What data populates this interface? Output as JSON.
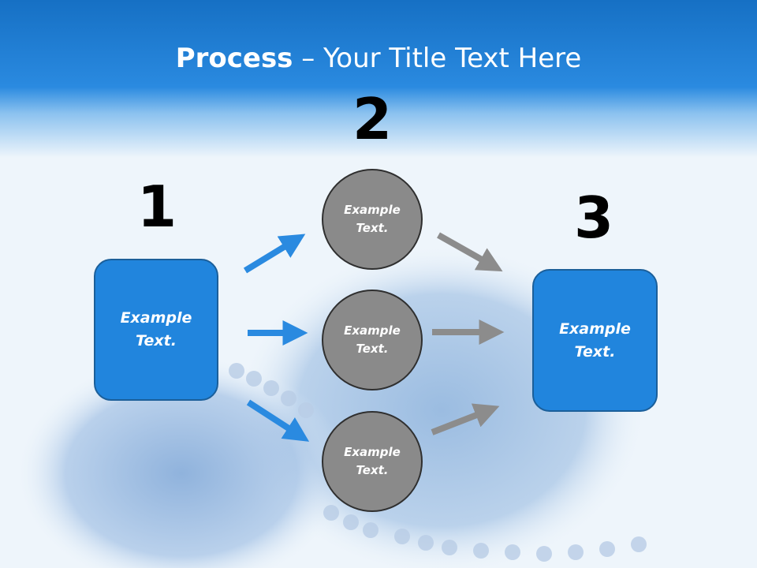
{
  "slide": {
    "title_strong": "Process",
    "title_rest": " – Your Title Text Here"
  },
  "steps": {
    "n1": "1",
    "n2": "2",
    "n3": "3"
  },
  "box_left": {
    "line1": "Example",
    "line2": "Text."
  },
  "box_right": {
    "line1": "Example",
    "line2": "Text."
  },
  "circles": [
    {
      "line1": "Example",
      "line2": "Text."
    },
    {
      "line1": "Example",
      "line2": "Text."
    },
    {
      "line1": "Example",
      "line2": "Text."
    }
  ],
  "colors": {
    "header_blue": "#1f7fd4",
    "box_blue": "#2185dd",
    "arrow_blue": "#2a8ae0",
    "arrow_gray": "#8c8c8c",
    "circle_gray": "#8a8a8a"
  }
}
